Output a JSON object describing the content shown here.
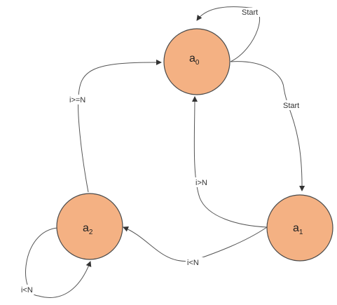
{
  "states": [
    {
      "id": "a0",
      "base": "a",
      "sub": "0"
    },
    {
      "id": "a1",
      "base": "a",
      "sub": "1"
    },
    {
      "id": "a2",
      "base": "a",
      "sub": "2"
    }
  ],
  "transitions": [
    {
      "id": "a0-self",
      "from": "a0",
      "to": "a0",
      "label": "Start"
    },
    {
      "id": "a0-a1",
      "from": "a0",
      "to": "a1",
      "label": "Start"
    },
    {
      "id": "a1-a0",
      "from": "a1",
      "to": "a0",
      "label": "i>N"
    },
    {
      "id": "a1-a2",
      "from": "a1",
      "to": "a2",
      "label": "i<N"
    },
    {
      "id": "a2-a0",
      "from": "a2",
      "to": "a0",
      "label": "i>=N"
    },
    {
      "id": "a2-self",
      "from": "a2",
      "to": "a2",
      "label": "i<N"
    }
  ],
  "colors": {
    "state_fill": "#f4b183",
    "state_stroke": "#4a4a4a",
    "edge": "#555555"
  }
}
